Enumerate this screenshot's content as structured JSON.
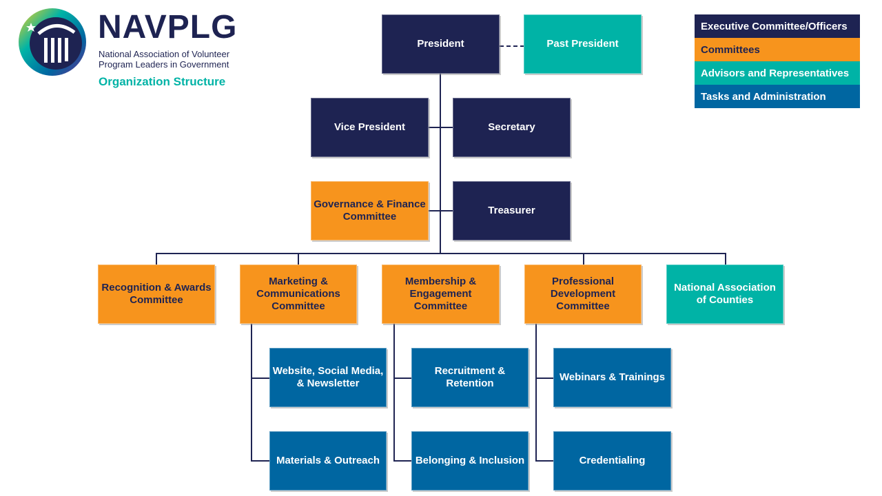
{
  "header": {
    "logo_title": "NAVPLG",
    "logo_subtitle_line1": "National Association of Volunteer",
    "logo_subtitle_line2": "Program Leaders in Government",
    "caption": "Organization Structure"
  },
  "legend": [
    {
      "label": "Executive Committee/Officers",
      "color": "#1e2352",
      "text_color": "#ffffff"
    },
    {
      "label": "Committees",
      "color": "#f7941d",
      "text_color": "#1e2352"
    },
    {
      "label": "Advisors and Representatives",
      "color": "#00b3a6",
      "text_color": "#ffffff"
    },
    {
      "label": "Tasks and Administration",
      "color": "#0066a1",
      "text_color": "#ffffff"
    }
  ],
  "nodes": {
    "president": "President",
    "past_president": "Past President",
    "vice_president": "Vice President",
    "secretary": "Secretary",
    "governance_finance": "Governance & Finance Committee",
    "treasurer": "Treasurer",
    "recognition_awards": "Recognition & Awards Committee",
    "marketing_communications": "Marketing & Communications Committee",
    "membership_engagement": "Membership & Engagement Committee",
    "professional_development": "Professional Development Committee",
    "national_association_counties": "National Association of Counties",
    "website_social_newsletter": "Website, Social Media, & Newsletter",
    "materials_outreach": "Materials & Outreach",
    "recruitment_retention": "Recruitment & Retention",
    "belonging_inclusion": "Belonging & Inclusion",
    "webinars_trainings": "Webinars & Trainings",
    "credentialing": "Credentialing"
  },
  "colors": {
    "executive": "#1e2352",
    "committee": "#f7941d",
    "advisor": "#00b3a6",
    "task": "#0066a1"
  }
}
